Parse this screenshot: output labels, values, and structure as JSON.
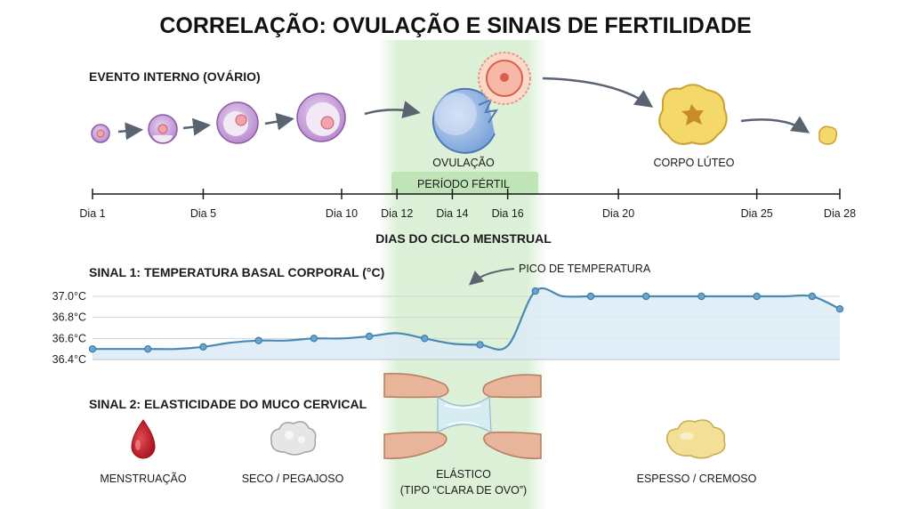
{
  "title": "CORRELAÇÃO: OVULAÇÃO E SINAIS DE FERTILIDADE",
  "section_internal": "EVENTO INTERNO (OVÁRIO)",
  "label_ovulation": "OVULAÇÃO",
  "label_fertile_period": "PERÍODO FÉRTIL",
  "label_corpus_luteum": "CORPO LÚTEO",
  "axis_title": "DIAS DO CICLO MENSTRUAL",
  "timeline_ticks": [
    {
      "day": 1,
      "label": "Dia 1"
    },
    {
      "day": 5,
      "label": "Dia 5"
    },
    {
      "day": 10,
      "label": "Dia 10"
    },
    {
      "day": 12,
      "label": "Dia 12"
    },
    {
      "day": 14,
      "label": "Dia 14"
    },
    {
      "day": 16,
      "label": "Dia 16"
    },
    {
      "day": 20,
      "label": "Dia 20"
    },
    {
      "day": 25,
      "label": "Dia 25"
    },
    {
      "day": 28,
      "label": "Dia 28"
    }
  ],
  "fertile_window": [
    12,
    16
  ],
  "section_signal1": "SINAL 1: TEMPERATURA BASAL CORPORAL (°C)",
  "label_temp_peak": "PICO DE TEMPERATURA",
  "section_signal2": "SINAL 2: ELASTICIDADE DO MUCO CERVICAL",
  "mucus": {
    "menstruation": "MENSTRUAÇÃO",
    "dry": "SECO / PEGAJOSO",
    "elastic_1": "ELÁSTICO",
    "elastic_2": "(TIPO “CLARA DE OVO”)",
    "thick": "ESPESSO / CREMOSO"
  },
  "colors": {
    "fertile_band": "#d8efd3",
    "line": "#4a89b4",
    "area": "#dcebf6",
    "blood": "#c8202c",
    "yellow": "#f4d86a"
  },
  "chart_data": {
    "type": "line",
    "title": "SINAL 1: TEMPERATURA BASAL CORPORAL (°C)",
    "xlabel": "DIAS DO CICLO MENSTRUAL",
    "ylabel": "",
    "x": [
      1,
      2,
      3,
      4,
      5,
      6,
      7,
      8,
      9,
      10,
      11,
      12,
      13,
      14,
      15,
      16,
      17,
      18,
      19,
      20,
      21,
      22,
      23,
      24,
      25,
      26,
      27,
      28
    ],
    "values": [
      36.5,
      36.5,
      36.5,
      36.5,
      36.52,
      36.56,
      36.58,
      36.58,
      36.6,
      36.6,
      36.62,
      36.65,
      36.6,
      36.55,
      36.54,
      36.53,
      37.05,
      37.0,
      37.0,
      37.0,
      37.0,
      37.0,
      37.0,
      37.0,
      37.0,
      37.0,
      37.0,
      36.88
    ],
    "yticks": [
      {
        "value": 37.0,
        "label": "37.0°C"
      },
      {
        "value": 36.8,
        "label": "36.8°C"
      },
      {
        "value": 36.6,
        "label": "36.6°C"
      },
      {
        "value": 36.4,
        "label": "36.4°C"
      }
    ],
    "ylim": [
      36.4,
      37.0
    ],
    "grid": true
  }
}
